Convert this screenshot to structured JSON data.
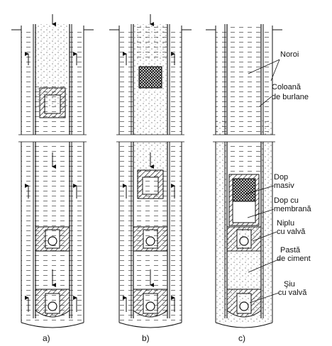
{
  "labels": {
    "noroi": "Noroi",
    "coloana_1": "Coloană",
    "coloana_2": "de burlane",
    "dop_masiv_1": "Dop",
    "dop_masiv_2": "masiv",
    "dop_membrana_1": "Dop cu",
    "dop_membrana_2": "membrană",
    "niplu_1": "Niplu",
    "niplu_2": "cu valvă",
    "pasta_1": "Pastă",
    "pasta_2": "de ciment",
    "siu_1": "Şiu",
    "siu_2": "cu valvă"
  },
  "captions": {
    "a": "a)",
    "b": "b)",
    "c": "c)"
  }
}
